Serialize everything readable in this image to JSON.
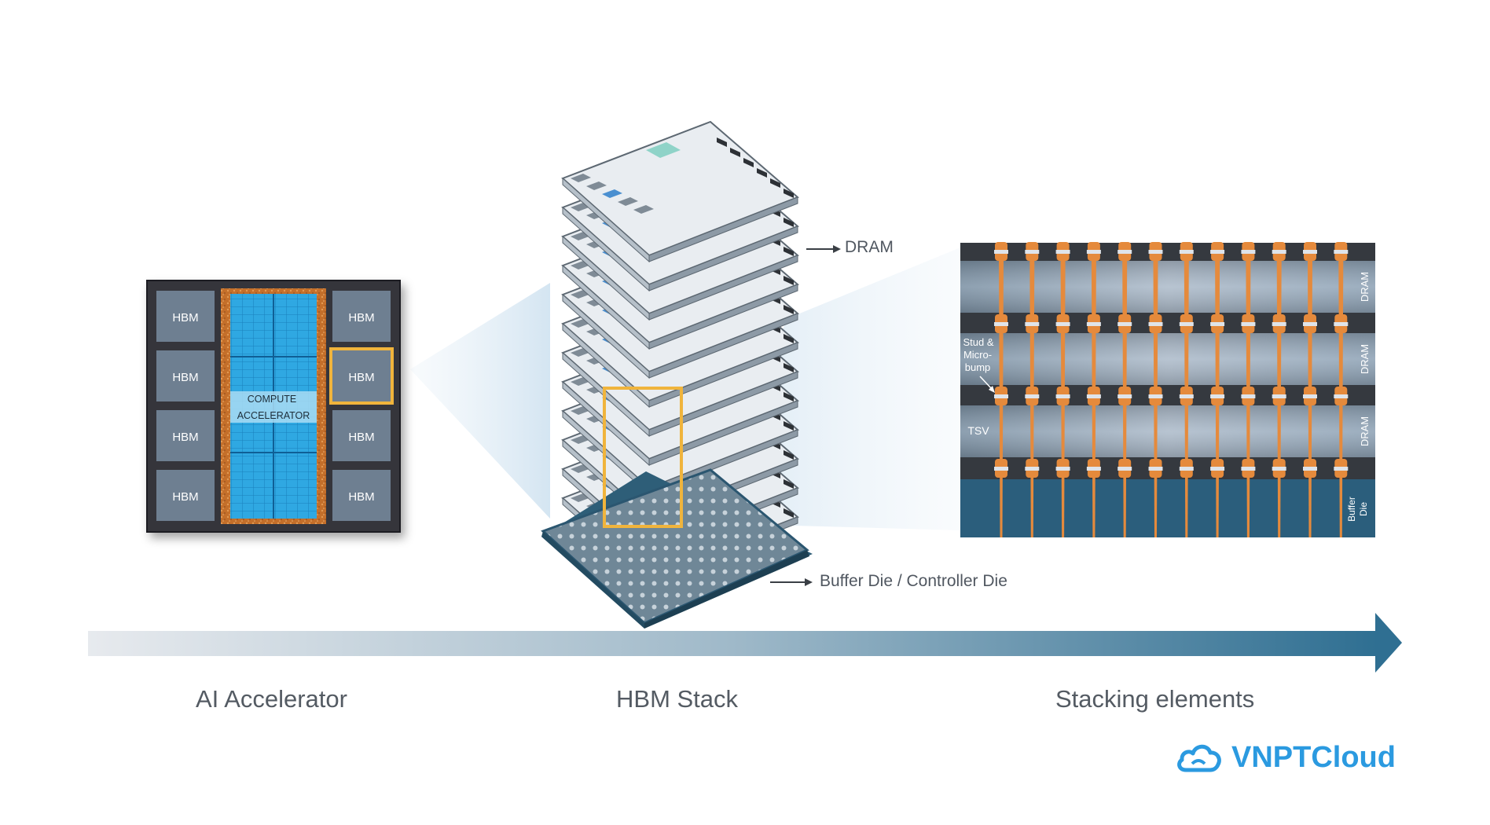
{
  "accelerator": {
    "hbm_label": "HBM",
    "compute_line1": "COMPUTE",
    "compute_line2": "ACCELERATOR"
  },
  "stack": {
    "dram_label": "DRAM",
    "buffer_label": "Buffer Die / Controller Die"
  },
  "stacking": {
    "dram_label": "DRAM",
    "buffer_label_line1": "Buffer",
    "buffer_label_line2": "Die",
    "stud_line1": "Stud &",
    "stud_line2": "Micro-",
    "stud_line3": "bump",
    "tsv_label": "TSV"
  },
  "captions": {
    "left": "AI Accelerator",
    "middle": "HBM Stack",
    "right": "Stacking elements"
  },
  "brand": {
    "name": "VNPTCloud"
  },
  "colors": {
    "hbm_tile": "#6e7f91",
    "chip_frame": "#3a3c40",
    "compute_blue": "#2aa6e0",
    "interposer_orange": "#c8742c",
    "highlight": "#f0b43c",
    "buffer_die": "#2b5e7c",
    "arrow_end": "#2f6f92",
    "brand_blue": "#2b9ae0"
  }
}
